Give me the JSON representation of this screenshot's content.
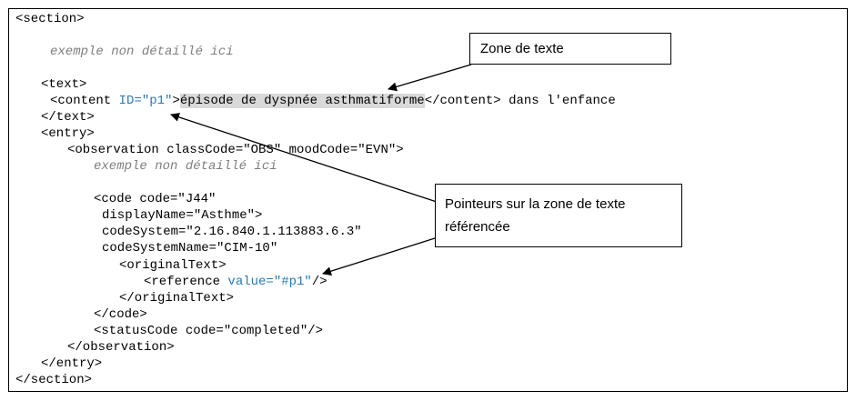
{
  "code": {
    "section_open": "<section>",
    "comment1": "exemple non détaillé ici",
    "text_open": "<text>",
    "content_open": "<content ",
    "id_attr": "ID=\"p1\"",
    "close_bracket": ">",
    "highlighted_text": "épisode de dyspnée asthmatiforme",
    "content_close_rest": "</content> dans l'enfance",
    "text_close": "</text>",
    "entry_open": "<entry>",
    "observation_open": "<observation classCode=\"OBS\" moodCode=\"EVN\">",
    "comment2": "exemple non détaillé ici",
    "code_open": "<code code=\"J44\"",
    "display_name": "displayName=\"Asthme\">",
    "code_system": "codeSystem=\"2.16.840.1.113883.6.3\"",
    "code_system_name": "codeSystemName=\"CIM-10\"",
    "original_text_open": "<originalText>",
    "reference_open": "<reference ",
    "reference_value": "value=\"#p1\"",
    "reference_close": "/>",
    "original_text_close": "</originalText>",
    "code_close": "</code>",
    "status_code": "<statusCode code=\"completed\"/>",
    "observation_close": "</observation>",
    "entry_close": "</entry>",
    "section_close": "</section>"
  },
  "callouts": {
    "text_zone": "Zone de texte",
    "pointers_line1": "Pointeurs sur la zone de texte",
    "pointers_line2": "référencée"
  }
}
